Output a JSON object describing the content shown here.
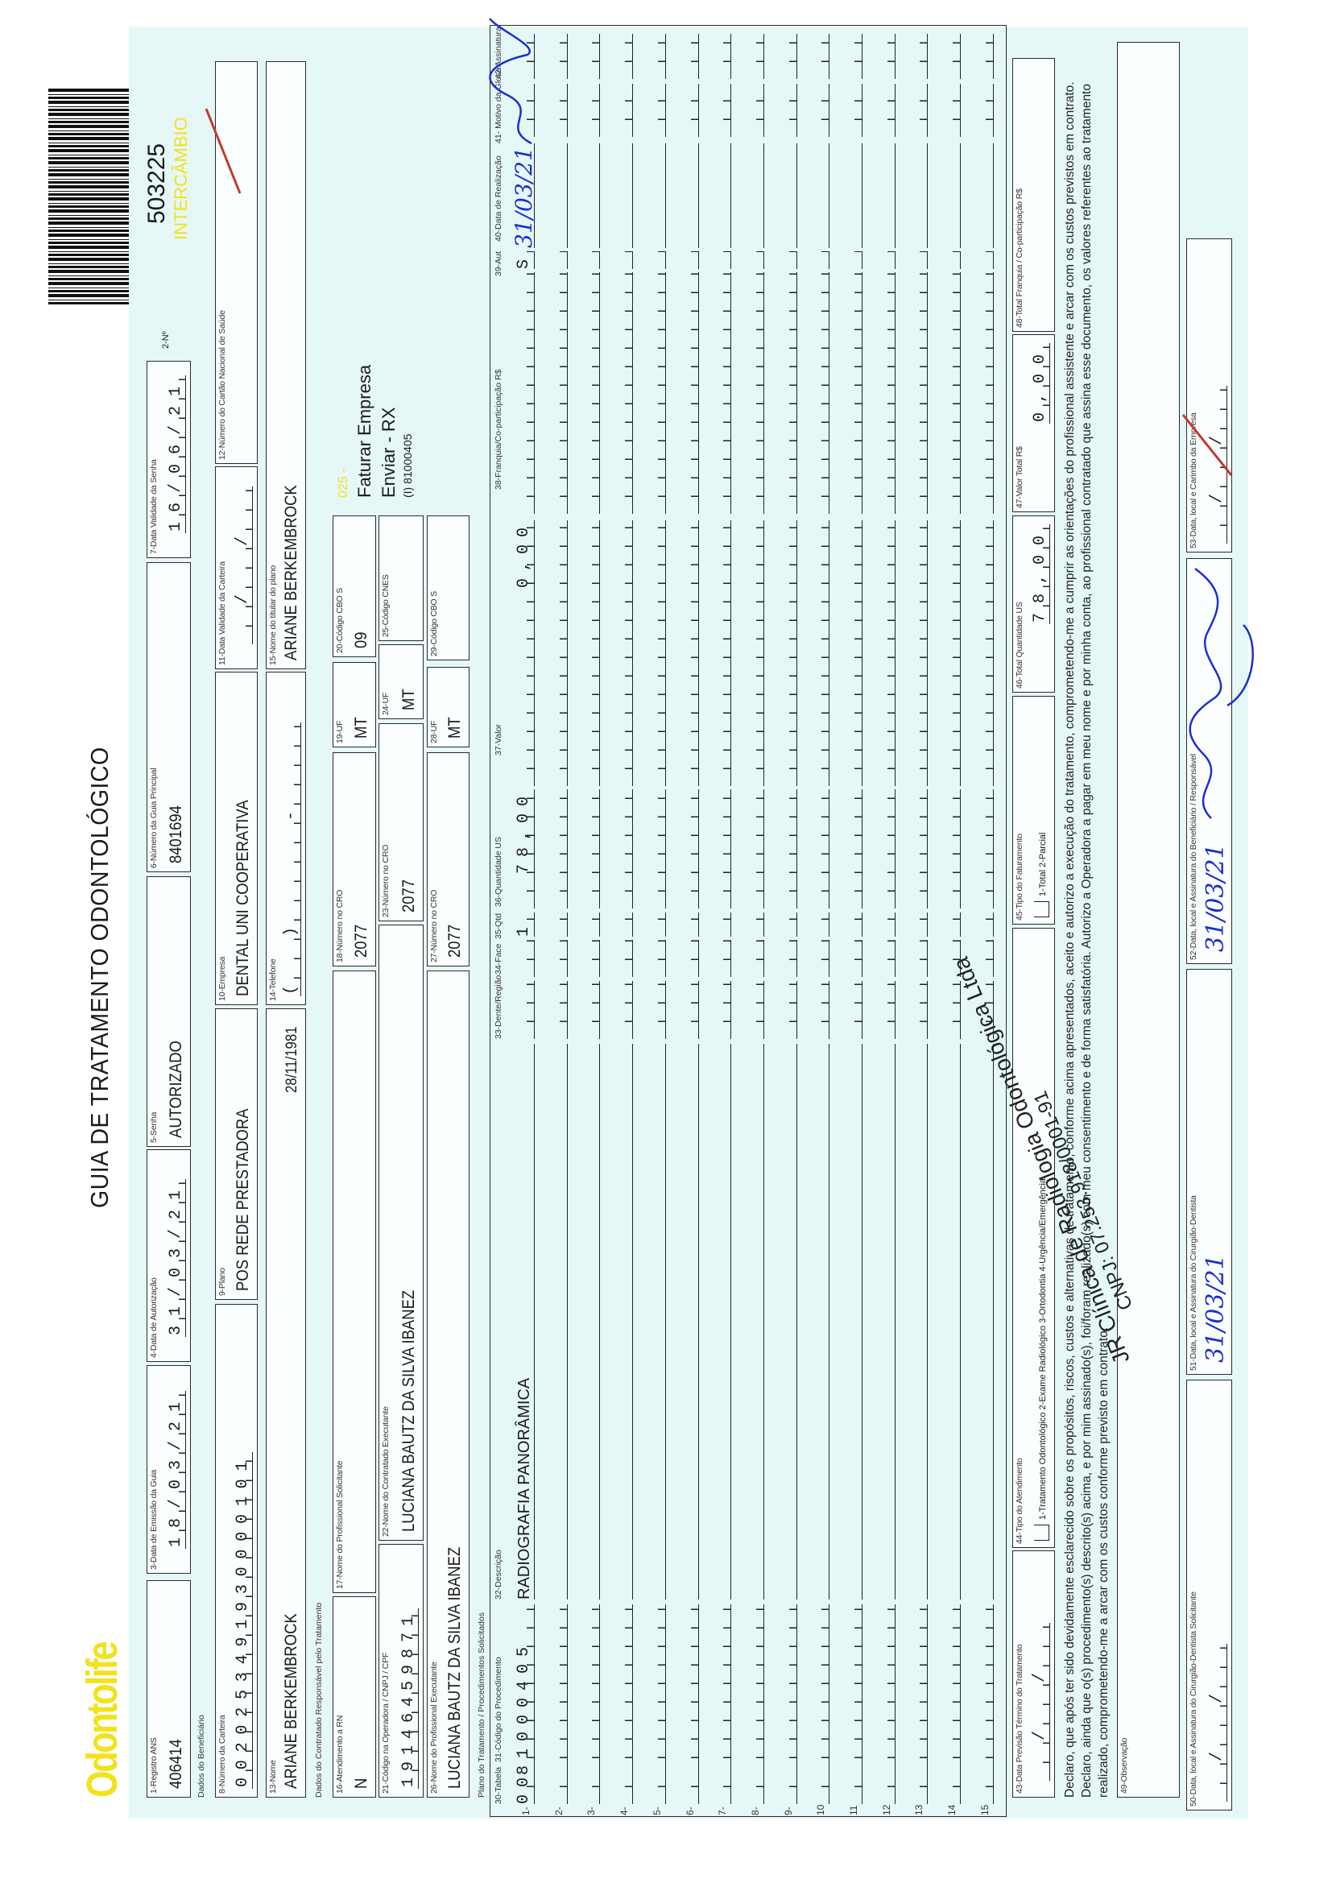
{
  "header": {
    "logo": "Odontolife",
    "title": "GUIA DE TRATAMENTO ODONTOLÓGICO",
    "guide_number_label": "2-Nº",
    "guide_number": "503225",
    "intercambio": "INTERCÂMBIO"
  },
  "row1": {
    "registro_ans": {
      "label": "1-Registro ANS",
      "value": "406414"
    },
    "data_emissao": {
      "label": "3-Data de Emissão da Guia",
      "value": "18/03/21"
    },
    "data_autorizacao": {
      "label": "4-Data de Autorização",
      "value": "31/03/21"
    },
    "senha": {
      "label": "5-Senha",
      "value": "AUTORIZADO"
    },
    "guia_principal": {
      "label": "6-Número da Guia Principal",
      "value": "8401694"
    },
    "validade_senha": {
      "label": "7-Data Validade da Senha",
      "value": "16/06/21"
    }
  },
  "beneficiario": {
    "section_label": "Dados do Beneficiário",
    "carteira": {
      "label": "8-Número da Carteira",
      "value": "0020253491930000101"
    },
    "plano": {
      "label": "9-Plano",
      "value": "POS REDE PRESTADORA"
    },
    "empresa": {
      "label": "10-Empresa",
      "value": "DENTAL UNI  COOPERATIVA"
    },
    "validade_carteira": {
      "label": "11-Data Validade da Carteira",
      "value": "  /  /  "
    },
    "cns": {
      "label": "12-Número do Cartão Nacional de Saúde",
      "value": ""
    },
    "nome": {
      "label": "13-Nome",
      "value": "ARIANE BERKEMBROCK",
      "birth": "28/11/1981"
    },
    "telefone": {
      "label": "14-Telefone",
      "value": "(  )     -    "
    },
    "titular": {
      "label": "15-Nome do titular do plano",
      "value": "ARIANE BERKEMBROCK"
    }
  },
  "contratado": {
    "section_label": "Dados do Contratado Responsável pelo Tratamento",
    "atendimento_rn": {
      "label": "16-Atendimento a RN",
      "value": "N"
    },
    "prof_solicitante": {
      "label": "17-Nome do Profissional Solicitante",
      "value": ""
    },
    "cro_18": {
      "label": "18-Número no CRO",
      "value": "2077"
    },
    "uf_19": {
      "label": "19-UF",
      "value": "MT"
    },
    "cbo_20": {
      "label": "20-Código CBO S",
      "value": "09"
    },
    "codigo_operadora": {
      "label": "21-Código na Operadora / CNPJ / CPF",
      "value": "19146459871"
    },
    "contratado_executante": {
      "label": "22-Nome do Contratado Executante",
      "value": "LUCIANA BAUTZ DA SILVA IBANEZ"
    },
    "cro_23": {
      "label": "23-Número no CRO",
      "value": "2077"
    },
    "uf_24": {
      "label": "24-UF",
      "value": "MT"
    },
    "cnes_25": {
      "label": "25-Código CNES",
      "value": ""
    },
    "prof_executante": {
      "label": "26-Nome do Profissional Executante",
      "value": "LUCIANA BAUTZ DA SILVA IBANEZ"
    },
    "cro_27": {
      "label": "27-Número no CRO",
      "value": "2077"
    },
    "uf_28": {
      "label": "28-UF",
      "value": "MT"
    },
    "cbo_29": {
      "label": "29-Código CBO S",
      "value": ""
    },
    "note_code": "025 -",
    "note_line1": "Faturar Empresa",
    "note_line2": "Enviar - RX",
    "note_line3": "(I) 81000405"
  },
  "table": {
    "section_label": "Plano do Tratamento / Procedimentos Solicitados",
    "headers": {
      "tabela": "30-Tabela",
      "codigo": "31-Código do Procedimento",
      "descricao": "32-Descrição",
      "dente": "33-Dente/Região",
      "face": "34-Face",
      "qtd": "35-Qtd",
      "quantidade_us": "36-Quantidade US",
      "valor": "37-Valor",
      "franquia": "38-Franquia/Co-participação R$",
      "aut": "39-Aut",
      "data": "40-Data de Realização",
      "motivo": "41- Motivo da Glosa",
      "assinatura": "42-Assinatura"
    },
    "rows": [
      {
        "num": "1-",
        "tabela": "00",
        "codigo": "81000405",
        "descricao": "RADIOGRAFIA PANORÂMICA",
        "qtd": "1",
        "quantidade_us": "78,00",
        "valor": "0,00",
        "aut": "S",
        "data": "31/03/21"
      },
      {
        "num": "2-"
      },
      {
        "num": "3-"
      },
      {
        "num": "4-"
      },
      {
        "num": "5-"
      },
      {
        "num": "6-"
      },
      {
        "num": "7-"
      },
      {
        "num": "8-"
      },
      {
        "num": "9-"
      },
      {
        "num": "10"
      },
      {
        "num": "11"
      },
      {
        "num": "12"
      },
      {
        "num": "13"
      },
      {
        "num": "14"
      },
      {
        "num": "15"
      }
    ]
  },
  "totals": {
    "previsao": {
      "label": "43-Data Previsão Término do Tratamento",
      "value": "  /  /  "
    },
    "tipo_atendimento": {
      "label": "44-Tipo do Atendimento",
      "options": "1-Tratamento Odontológico  2-Exame Radiológico  3-Ortodontia  4-Urgência/Emergência"
    },
    "tipo_faturamento": {
      "label": "45-Tipo do Faturamento",
      "options": "1-Total  2-Parcial"
    },
    "total_us": {
      "label": "46-Total Quantidade US",
      "value": "78,00"
    },
    "valor_total": {
      "label": "47-Valor Total R$",
      "value": "0,00"
    },
    "total_franquia": {
      "label": "48-Total Franquia / Co-participação R$",
      "value": ""
    }
  },
  "declaration": "Declaro, que após ter sido devidamente esclarecido sobre os propósitos, riscos, custos e alternativas de tratamento, conforme acima apresentados, aceito e autorizo a execução do tratamento, comprometendo-me a cumprir as orientações do profissional assistente e arcar com os custos previstos em contrato. Declaro, ainda que o(s) procedimento(s) descrito(s) acima, e por mim assinado(s), foi/foram realizado(s) com meu consentimento e de forma satisfatória. Autorizo a Operadora a pagar em meu nome e por minha conta, ao profissional contratado que assina esse documento, os valores referentes ao tratamento realizado, comprometendo-me a arcar com os custos conforme previsto em contrato.",
  "observacao": {
    "label": "49-Observação",
    "value": ""
  },
  "signatures": {
    "s50": {
      "label": "50-Data, local e Assinatura do Cirurgião-Dentista Solicitante",
      "value": "  /  /  "
    },
    "s51": {
      "label": "51-Data, local e Assinatura do Cirurgião-Dentista",
      "value": "31/03/21"
    },
    "s52": {
      "label": "52-Data, local e Assinatura do Beneficiário / Responsável",
      "value": "31/03/21"
    },
    "s53": {
      "label": "53-Data, local e Carimbo da Empresa",
      "value": "  /  /  "
    }
  },
  "stamp": {
    "line1": "JR Clínica de Radiologia Odontológica Ltda",
    "line2": "CNPJ: 07.253.918/0001-91"
  },
  "colors": {
    "logo_yellow": "#f2e21c",
    "ink_blue": "#1b2fd0",
    "cyan": "#e6f7f8",
    "red_mark": "#c0392b"
  }
}
